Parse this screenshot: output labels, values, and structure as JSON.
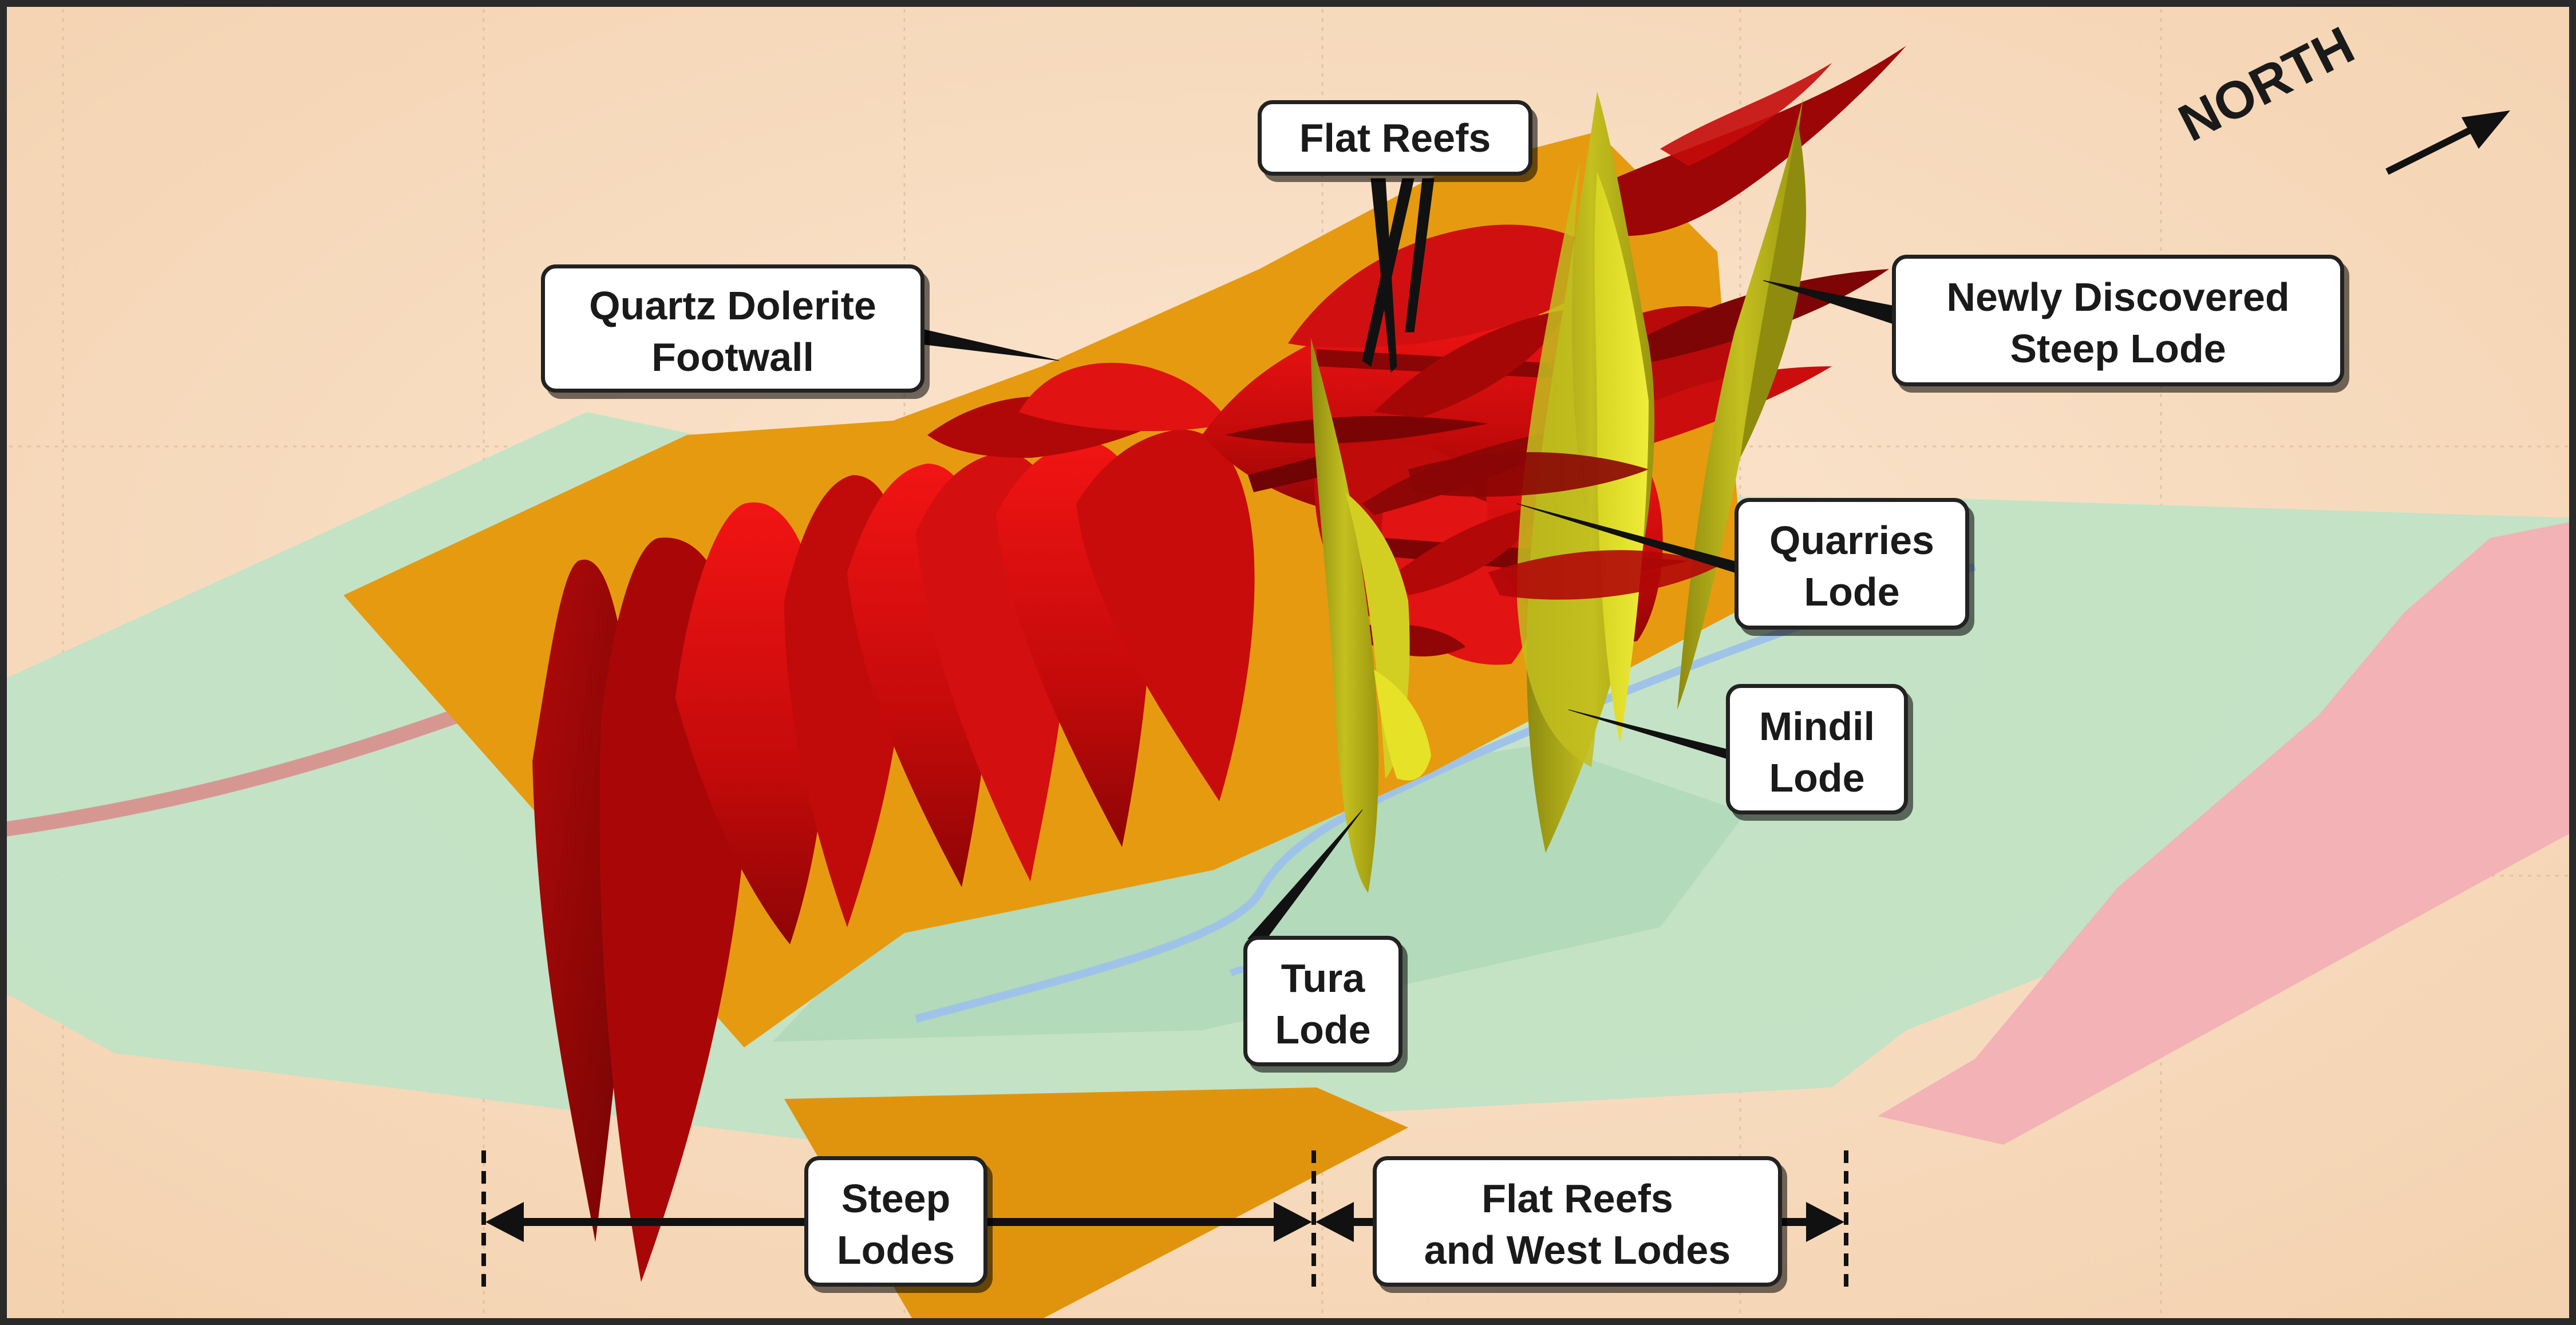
{
  "labels": {
    "flat_reefs": "Flat Reefs",
    "quartz_dolerite": [
      "Quartz Dolerite",
      "Footwall"
    ],
    "newly_discovered": [
      "Newly Discovered",
      "Steep Lode"
    ],
    "quarries_lode": [
      "Quarries",
      "Lode"
    ],
    "mindil_lode": [
      "Mindil",
      "Lode"
    ],
    "tura_lode": [
      "Tura",
      "Lode"
    ],
    "steep_lodes": [
      "Steep",
      "Lodes"
    ],
    "flat_reefs_west": [
      "Flat Reefs",
      "and West Lodes"
    ]
  },
  "north": "NORTH",
  "colors": {
    "background": "#f6dcc0",
    "footwall_orange": "#e69a10",
    "lode_red": "#cc0d0d",
    "lode_yellow": "#b5b11a",
    "plane_green": "#bfe3c5",
    "plane_pink": "#f3b2b5",
    "frame": "#2a2a2a"
  }
}
